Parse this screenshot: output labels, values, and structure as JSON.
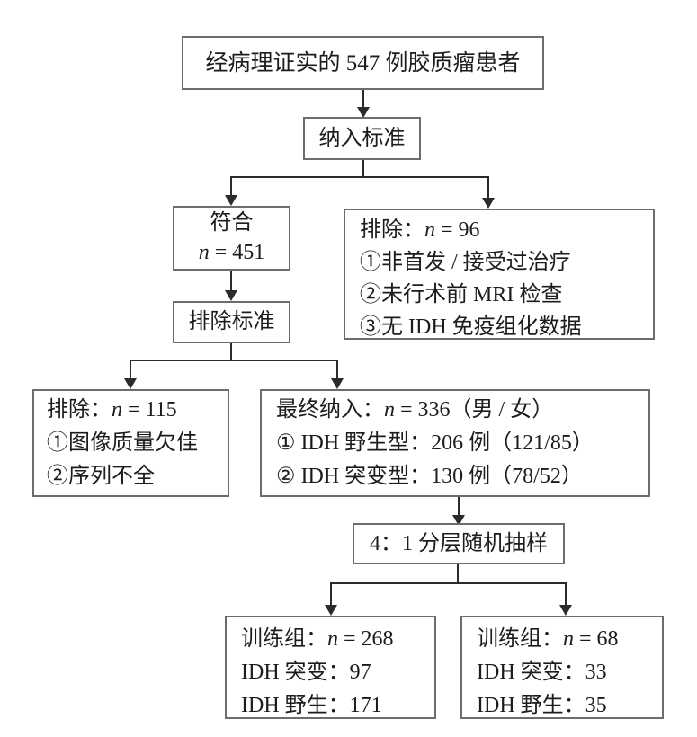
{
  "diagram": {
    "title_semantic": "glioma-patient-selection-flowchart",
    "colors": {
      "border": "#6e6b69",
      "connector": "#2d2a28",
      "text": "#1f1b1a",
      "background": "#ffffff"
    },
    "boxes": {
      "patients": {
        "lines": [
          "经病理证实的 547 例胶质瘤患者"
        ]
      },
      "inclusion_criteria": {
        "lines": [
          "纳入标准"
        ]
      },
      "eligible": {
        "lines": [
          "符合",
          "n = 451"
        ]
      },
      "excluded_by_inclusion": {
        "lines": [
          "排除：n = 96",
          "①非首发 / 接受过治疗",
          "②未行术前 MRI 检查",
          "③无 IDH 免疫组化数据"
        ]
      },
      "exclusion_criteria": {
        "lines": [
          "排除标准"
        ]
      },
      "excluded_by_exclusion": {
        "lines": [
          "排除：n = 115",
          "①图像质量欠佳",
          "②序列不全"
        ]
      },
      "final_included": {
        "lines": [
          "最终纳入：n = 336（男 / 女）",
          "① IDH 野生型：206 例（121/85）",
          "② IDH 突变型：130 例（78/52）"
        ]
      },
      "sampling": {
        "lines": [
          "4：1 分层随机抽样"
        ]
      },
      "training_group": {
        "lines": [
          "训练组：n = 268",
          "IDH 突变：97",
          "IDH 野生：171"
        ]
      },
      "test_group": {
        "lines": [
          "训练组：n = 68",
          "IDH 突变：33",
          "IDH 野生：35"
        ]
      }
    }
  }
}
